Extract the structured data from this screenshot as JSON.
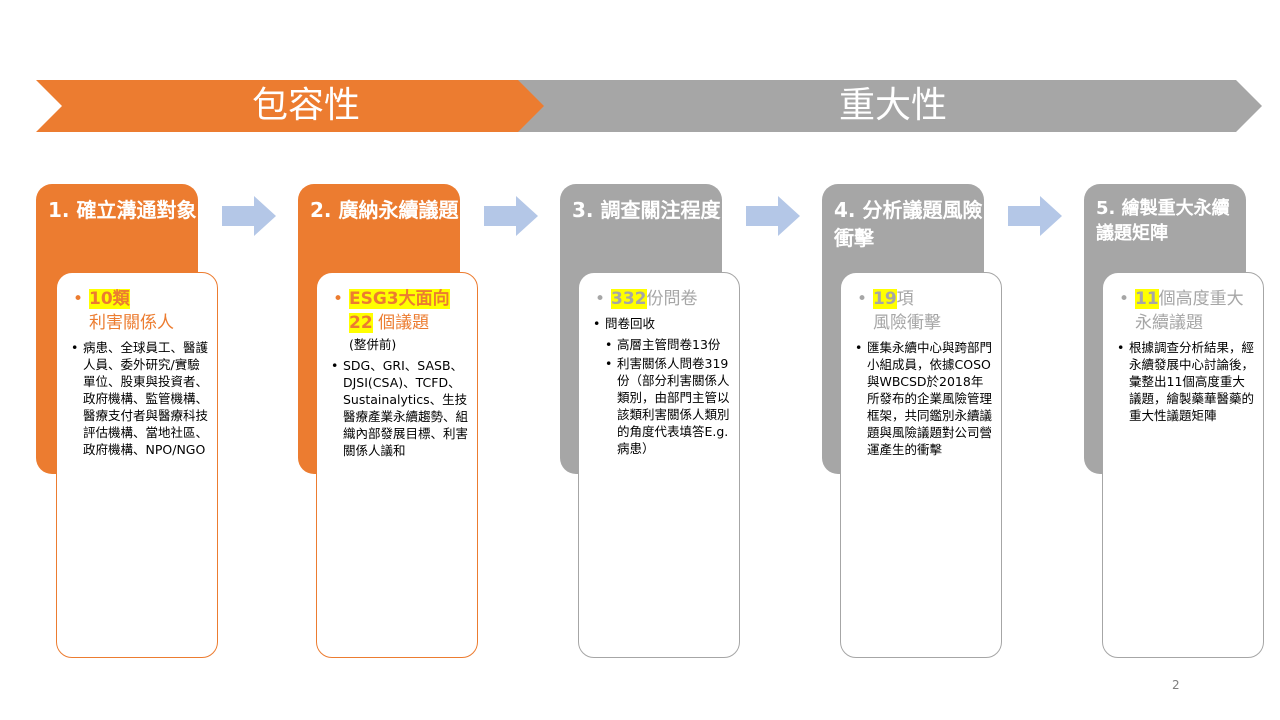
{
  "banners": {
    "left": {
      "label": "包容性",
      "color": "#ec7c30"
    },
    "right": {
      "label": "重大性",
      "color": "#a6a6a6"
    }
  },
  "colors": {
    "orange": "#ec7c30",
    "gray": "#a6a6a6",
    "arrow": "#b4c7e7",
    "highlight": "#ffff00"
  },
  "steps": [
    {
      "title": "1. 確立溝通對象",
      "headline_number": "10類",
      "headline_text": "利害關係人",
      "points": [
        "病患、全球員工、醫護人員、委外研究/實驗單位、股東與投資者、政府機構、監管機構、醫療支付者與醫療科技評估機構、當地社區、政府機構、NPO/NGO"
      ]
    },
    {
      "title": "2. 廣納永續議題",
      "headline_number": "ESG3大面向",
      "headline_number2": "22",
      "headline_text": " 個議題",
      "note": "(整併前)",
      "points": [
        "SDG、GRI、SASB、DJSI(CSA)、TCFD、Sustainalytics、生技醫療產業永續趨勢、組織內部發展目標、利害關係人議和"
      ]
    },
    {
      "title": "3. 調查關注程度",
      "headline_number": "332",
      "headline_text": "份問卷",
      "points": [
        "問卷回收"
      ],
      "subpoints": [
        "高層主管問卷13份",
        "利害關係人問卷319份（部分利害關係人類別，由部門主管以該類利害關係人類別的角度代表填答E.g. 病患）"
      ]
    },
    {
      "title": "4. 分析議題風險衝擊",
      "headline_number": "19",
      "headline_text": "項",
      "headline_text2": "風險衝擊",
      "points": [
        "匯集永續中心與跨部門小組成員，依據COSO與WBCSD於2018年所發布的企業風險管理框架，共同鑑別永續議題與風險議題對公司營運產生的衝擊"
      ]
    },
    {
      "title": "5. 繪製重大永續議題矩陣",
      "headline_number": "11",
      "headline_text": "個高度重大永續議題",
      "points": [
        "根據調查分析結果，經永續發展中心討論後，彙整出11個高度重大議題，繪製藥華醫藥的重大性議題矩陣"
      ]
    }
  ],
  "page_number": "2"
}
